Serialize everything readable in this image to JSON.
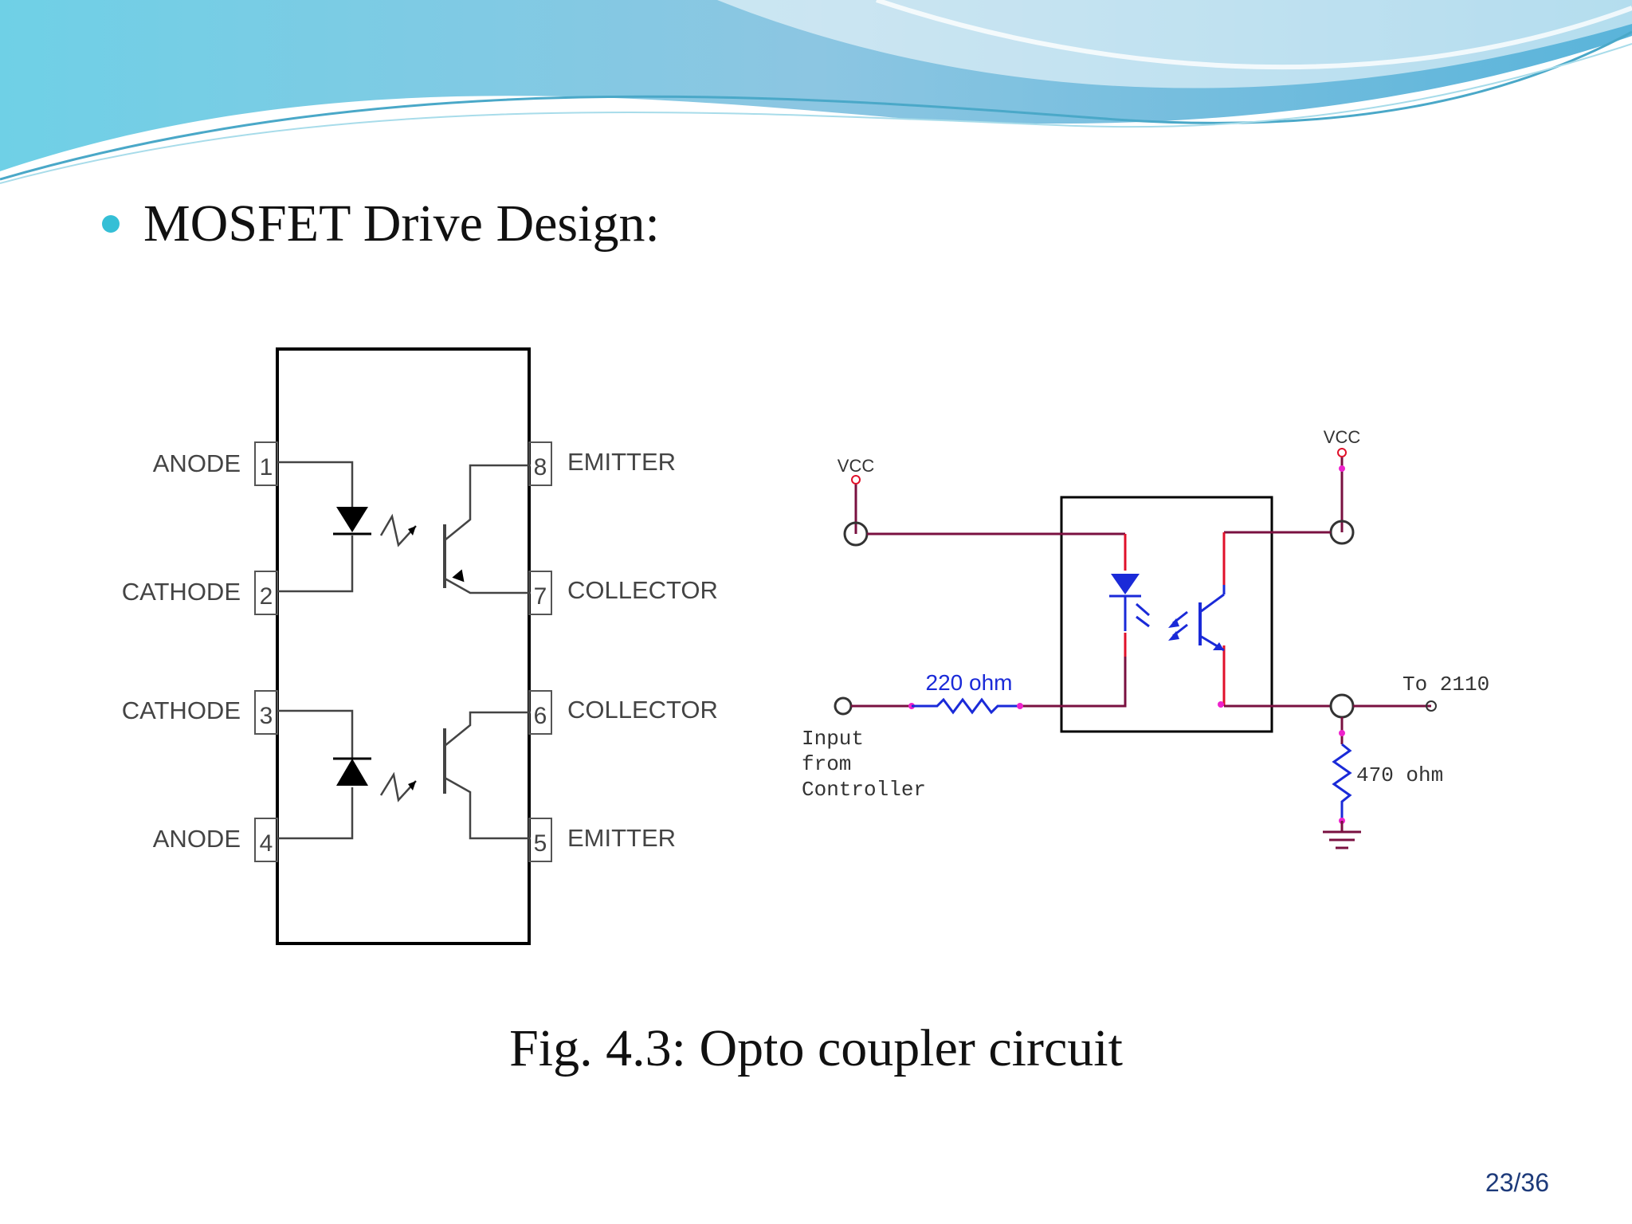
{
  "slide": {
    "bullet": "MOSFET Drive Design:",
    "caption": "Fig. 4.3: Opto coupler circuit",
    "page_number": "23/36"
  },
  "pinout": {
    "pins": [
      {
        "number": "1",
        "label": "ANODE"
      },
      {
        "number": "2",
        "label": "CATHODE"
      },
      {
        "number": "3",
        "label": "CATHODE"
      },
      {
        "number": "4",
        "label": "ANODE"
      },
      {
        "number": "5",
        "label": "EMITTER"
      },
      {
        "number": "6",
        "label": "COLLECTOR"
      },
      {
        "number": "7",
        "label": "COLLECTOR"
      },
      {
        "number": "8",
        "label": "EMITTER"
      }
    ]
  },
  "schematic": {
    "vcc_left": "VCC",
    "vcc_right": "VCC",
    "input_resistor": "220 ohm",
    "pulldown_resistor": "470 ohm",
    "output_label": "To 2110",
    "input_label_lines": [
      "Input",
      "from",
      "Controller"
    ]
  },
  "colors": {
    "wire": "#7a1040",
    "red_wire": "#e0102a",
    "component_blue": "#1a2ad8",
    "node_magenta": "#ee22cc",
    "header_blue": "#5fb9dc"
  }
}
